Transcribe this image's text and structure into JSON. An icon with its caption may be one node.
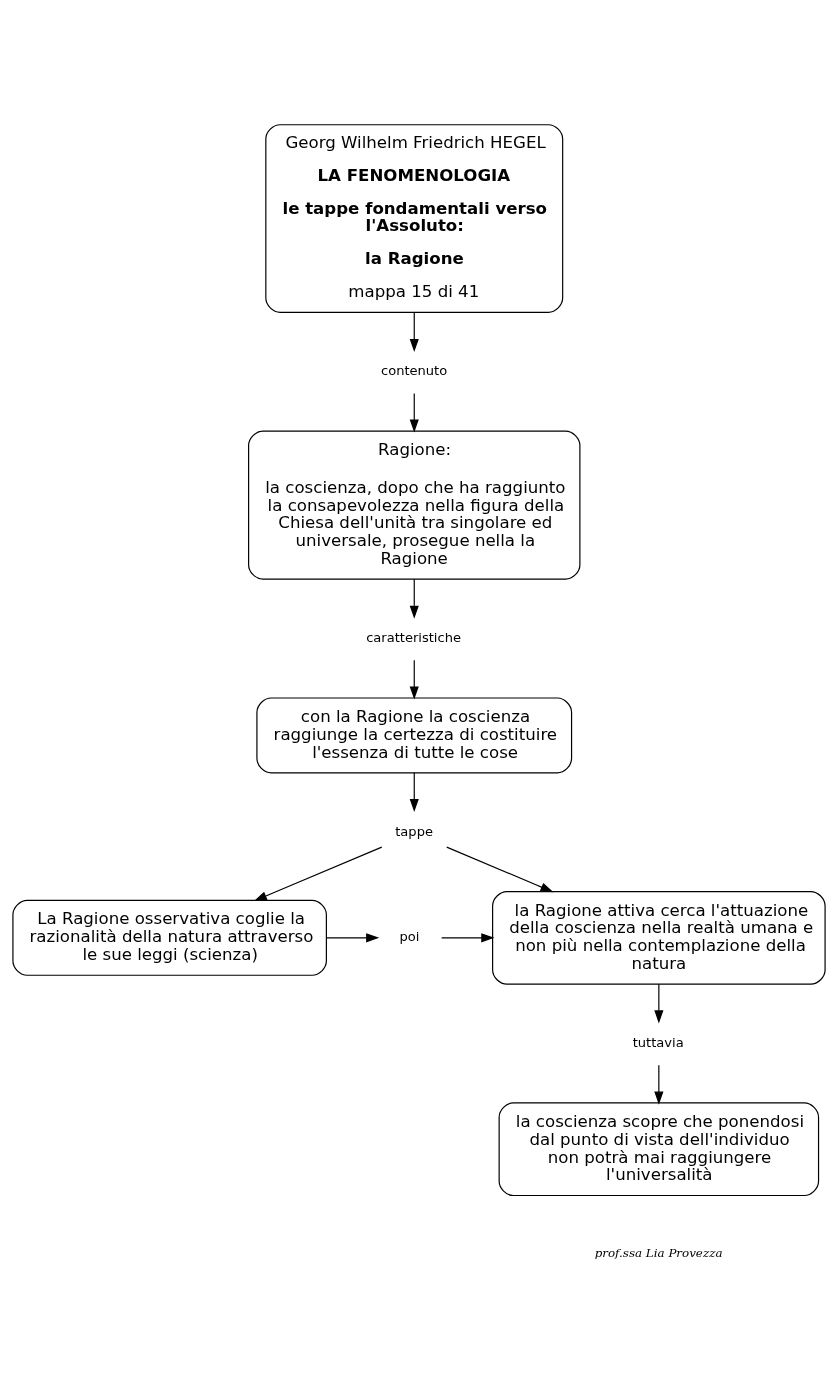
{
  "diagram": {
    "nodes": [
      {
        "text": [
          "Georg Wilhelm Friedrich HEGEL",
          "LA FENOMENOLOGIA",
          "le tappe fondamentali verso l'Assoluto:",
          "la Ragione",
          "mappa 15 di 41"
        ]
      },
      {
        "text": [
          "contenuto"
        ]
      },
      {
        "text": [
          "Ragione:",
          "la coscienza, dopo che ha raggiunto la consapevolezza nella figura della Chiesa dell'unità tra singolare ed universale, prosegue nella la Ragione"
        ]
      },
      {
        "text": [
          "caratteristiche"
        ]
      },
      {
        "text": [
          "con la Ragione la coscienza raggiunge la certezza di costituire l'essenza di tutte le cose"
        ]
      },
      {
        "text": [
          "tappe"
        ]
      },
      {
        "text": [
          "La Ragione osservativa coglie la razionalità della natura attraverso le sue leggi (scienza)"
        ]
      },
      {
        "text": [
          "poi"
        ]
      },
      {
        "text": [
          "la Ragione attiva cerca l'attuazione della coscienza nella realtà umana e non più nella contemplazione della natura"
        ]
      },
      {
        "text": [
          "tuttavia"
        ]
      },
      {
        "text": [
          "la coscienza scopre che ponendosi dal punto di vista dell'individuo non potrà mai raggiungere l'universalità"
        ]
      }
    ],
    "edges": [
      {
        "from": 0,
        "to": 1,
        "arrow": "to"
      },
      {
        "from": 1,
        "to": 2,
        "arrow": "to"
      },
      {
        "from": 2,
        "to": 3,
        "arrow": "to"
      },
      {
        "from": 3,
        "to": 4,
        "arrow": "to"
      },
      {
        "from": 4,
        "to": 5,
        "arrow": "to"
      },
      {
        "from": 5,
        "to": 6,
        "arrow": "to"
      },
      {
        "from": 5,
        "to": 8,
        "arrow": "to"
      },
      {
        "from": 6,
        "to": 7,
        "arrow": "to"
      },
      {
        "from": 7,
        "to": 8,
        "arrow": "to"
      },
      {
        "from": 8,
        "to": 9,
        "arrow": "to"
      },
      {
        "from": 9,
        "to": 10,
        "arrow": "to"
      }
    ],
    "labels": [
      "prof.ssa Lia Provezza"
    ]
  }
}
